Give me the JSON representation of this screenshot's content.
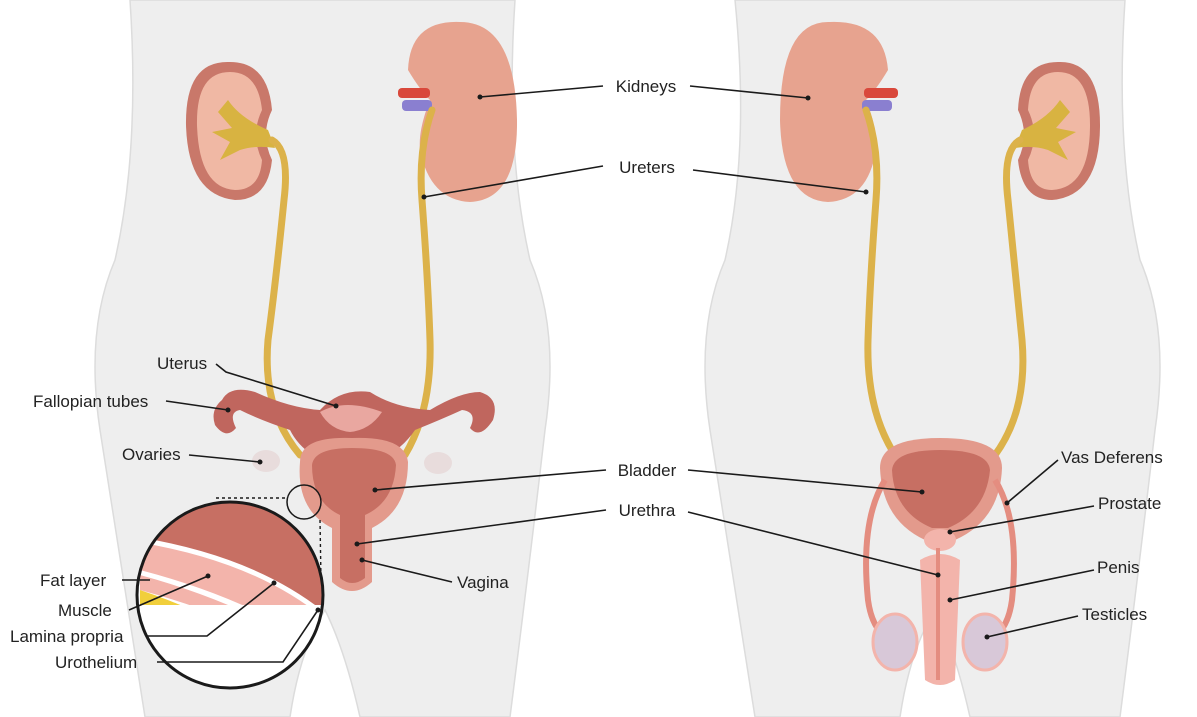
{
  "labels": {
    "kidneys": "Kidneys",
    "ureters": "Ureters",
    "bladder": "Bladder",
    "urethra": "Urethra",
    "uterus": "Uterus",
    "fallopian_tubes": "Fallopian tubes",
    "ovaries": "Ovaries",
    "vagina": "Vagina",
    "fat_layer": "Fat layer",
    "muscle": "Muscle",
    "lamina_propria": "Lamina propria",
    "urothelium": "Urothelium",
    "vas_deferens": "Vas Deferens",
    "prostate": "Prostate",
    "penis": "Penis",
    "testicles": "Testicles"
  },
  "colors": {
    "body": "#eeeeee",
    "body_outline": "#d9d9d9",
    "kidney": "#e7a38f",
    "kidney_dark": "#c9786a",
    "kidney_inner": "#f0b8a4",
    "renal_pelvis": "#d8b341",
    "ureter": "#dcb24a",
    "artery": "#d9483b",
    "vein": "#8a7fd0",
    "uterus": "#c0665e",
    "uterus_inner": "#e9a7a0",
    "bladder": "#e39a8c",
    "bladder_inner": "#c76f63",
    "ovary": "#e8dcdc",
    "fat": "#f1cf3c",
    "male_organ": "#f3b4ab",
    "male_outline": "#e48d80",
    "testicle": "#d8c8d8"
  }
}
